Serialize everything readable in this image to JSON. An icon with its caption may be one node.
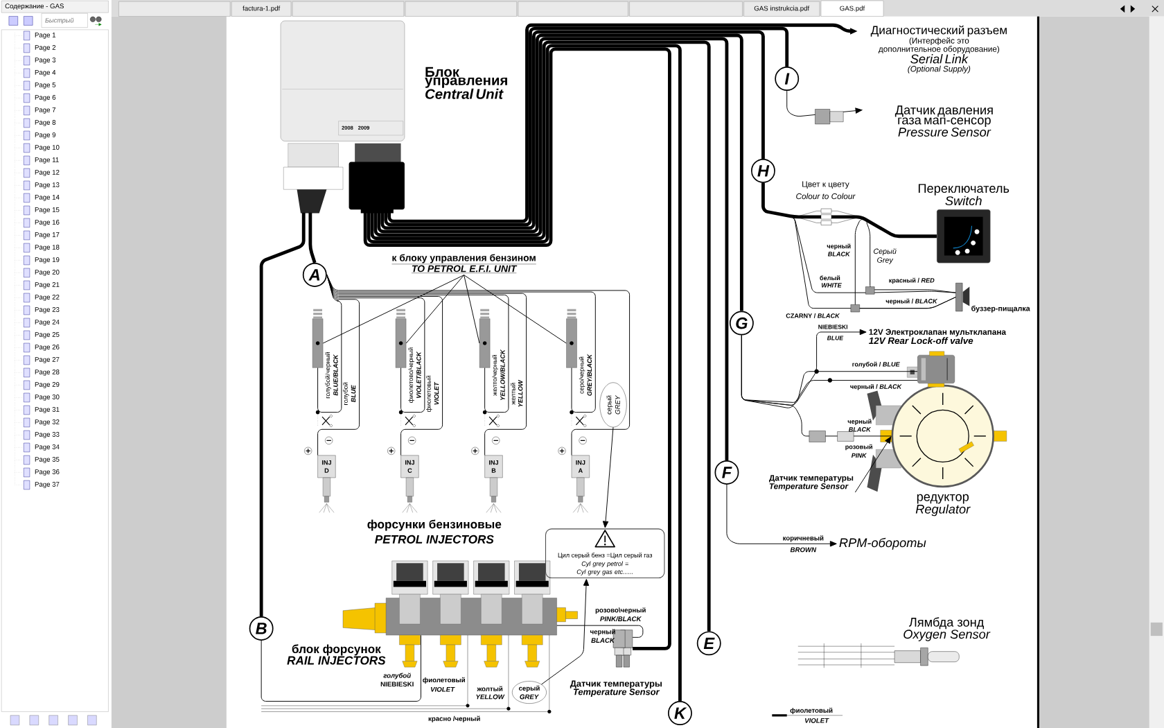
{
  "diagram": {
    "nodes": [
      {
        "text": [],
        "shape": "picture",
        "beside": [
          "Блок управления",
          "Central Unit"
        ]
      },
      {
        "text": [
          "Диагностический разъем",
          "(Интерфейс это дополнительное оборудование)",
          "Serial Link",
          "(Optional Supply)"
        ]
      },
      {
        "text": [
          "Датчик давления газа мап-сенсор",
          "Pressure Sensor"
        ]
      },
      {
        "text": [
          "Переключатель",
          "Switch"
        ]
      },
      {
        "text": [],
        "shape": "picture",
        "beside": [
          "буззер-пищалка"
        ]
      },
      {
        "text": [
          "12V Электроклапан мультклапана",
          "12V Rear Lock-off valve"
        ]
      },
      {
        "text": [
          "редуктор",
          "Regulator"
        ]
      },
      {
        "text": [
          "Датчик температуры",
          "Temperature Sensor"
        ]
      },
      {
        "text": [
          "RPM-обороты"
        ]
      },
      {
        "text": [
          "Лямбда зонд",
          "Oxygen Sensor"
        ]
      },
      {
        "text": [
          "к блоку управления бензином",
          "TO PETROL E.F.I. UNIT"
        ]
      },
      {
        "text": [],
        "shape": "picture"
      },
      {
        "text": [],
        "shape": "picture"
      },
      {
        "text": [],
        "shape": "picture"
      },
      {
        "text": [],
        "shape": "picture"
      },
      {
        "text": [
          "INJ D"
        ]
      },
      {
        "text": [
          "INJ C"
        ]
      },
      {
        "text": [
          "INJ B"
        ]
      },
      {
        "text": [
          "INJ A"
        ]
      },
      {
        "text": [],
        "shape": "picture",
        "beside": [
          "блок форсунок",
          "RAIL INJECTORS"
        ]
      },
      {
        "text": [
          "Цил серый бенз =Цил серый газ",
          "Cyl grey petrol = Cyl grey gas etc......"
        ]
      },
      {
        "text": [
          "серый *GREY*"
        ]
      },
      {
        "text": [
          "серый *GREY*"
        ]
      },
      {
        "text": [],
        "shape": "picture",
        "beside": [
          "Датчик температуры",
          "Temperature Sensor"
        ]
      },
      {
        "text": [
          "I"
        ]
      },
      {
        "text": [
          "H"
        ]
      },
      {
        "text": [
          "A"
        ]
      },
      {
        "text": [
          "G"
        ]
      },
      {
        "text": [
          "F"
        ]
      },
      {
        "text": [
          "B"
        ]
      },
      {
        "text": [
          "E"
        ]
      },
      {
        "text": [
          "K"
        ]
      },
      {
        "text": [],
        "shape": "picture"
      }
    ],
    "edges": [
      {
        "from": 0,
        "to": 23,
        "arrow": "none",
        "style": "thick"
      },
      {
        "from": 0,
        "to": 31,
        "arrow": "none",
        "style": "thick"
      },
      {
        "from": 0,
        "to": 30,
        "arrow": "none",
        "style": "thick"
      },
      {
        "from": 0,
        "to": 28,
        "arrow": "none",
        "style": "thick"
      },
      {
        "from": 0,
        "to": 27,
        "arrow": "none",
        "style": "thick"
      },
      {
        "from": 0,
        "to": 25,
        "arrow": "none",
        "style": "thick"
      },
      {
        "from": 0,
        "to": 24,
        "arrow": "none",
        "style": "thick"
      },
      {
        "from": 0,
        "to": 1,
        "arrow": "to",
        "style": "thick"
      },
      {
        "from": 0,
        "to": 26,
        "arrow": "none",
        "style": "thick"
      },
      {
        "from": 0,
        "to": 29,
        "arrow": "none",
        "style": "thick"
      },
      {
        "from": 24,
        "to": 2,
        "arrow": "to"
      },
      {
        "from": 25,
        "to": 3,
        "arrow": "none",
        "style": "thick"
      },
      {
        "from": 25,
        "to": 4,
        "arrow": "none"
      },
      {
        "from": 27,
        "to": 5,
        "arrow": "to"
      },
      {
        "from": 27,
        "to": 6,
        "arrow": "none"
      },
      {
        "from": 28,
        "to": 8,
        "arrow": "to"
      },
      {
        "from": 26,
        "to": 11,
        "arrow": "none"
      },
      {
        "from": 26,
        "to": 12,
        "arrow": "none"
      },
      {
        "from": 26,
        "to": 13,
        "arrow": "none"
      },
      {
        "from": 26,
        "to": 14,
        "arrow": "none"
      },
      {
        "from": 26,
        "to": 15,
        "arrow": "none"
      },
      {
        "from": 26,
        "to": 16,
        "arrow": "none"
      },
      {
        "from": 26,
        "to": 17,
        "arrow": "none"
      },
      {
        "from": 26,
        "to": 18,
        "arrow": "none"
      },
      {
        "from": 10,
        "to": 11,
        "arrow": "none"
      },
      {
        "from": 10,
        "to": 12,
        "arrow": "none"
      },
      {
        "from": 10,
        "to": 13,
        "arrow": "none"
      },
      {
        "from": 10,
        "to": 14,
        "arrow": "none"
      },
      {
        "from": 29,
        "to": 19,
        "arrow": "none"
      },
      {
        "from": 7,
        "to": 6,
        "arrow": "to"
      },
      {
        "from": 21,
        "to": 20,
        "arrow": "to"
      },
      {
        "from": 22,
        "to": 20,
        "arrow": "to"
      },
      {
        "from": 3,
        "to": 4,
        "arrow": "none"
      },
      {
        "from": 3,
        "to": 4,
        "arrow": "none"
      },
      {
        "from": 25,
        "to": 4,
        "arrow": "none"
      },
      {
        "from": 27,
        "to": 32,
        "arrow": "none"
      },
      {
        "from": 27,
        "to": 32,
        "arrow": "none"
      },
      {
        "from": 19,
        "to": 23,
        "arrow": "none"
      }
    ],
    "labels": [
      "Содержание - GAS",
      "Быстрый",
      "factura-1.pdf",
      "GAS instrukcia.pdf",
      "GAS.pdf",
      "Page 1",
      "Page 2",
      "Page 3",
      "Page 4",
      "Page 5",
      "Page 6",
      "Page 7",
      "Page 8",
      "Page 9",
      "Page 10",
      "Page 11",
      "Page 12",
      "Page 13",
      "Page 14",
      "Page 15",
      "Page 16",
      "Page 17",
      "Page 18",
      "Page 19",
      "Page 20",
      "Page 21",
      "Page 22",
      "Page 23",
      "Page 24",
      "Page 25",
      "Page 26",
      "Page 27",
      "Page 28",
      "Page 29",
      "Page 30",
      "Page 31",
      "Page 32",
      "Page 33",
      "Page 34",
      "Page 35",
      "Page 36",
      "Page 37",
      "2008",
      "2009",
      "голубой/черный",
      "BLUE/BLACK",
      "голубой",
      "BLUE",
      "фиолетово/черный",
      "VIOLET/BLACK",
      "фиолетовый",
      "VIOLET",
      "желто/черный",
      "YELLOW/BLACK",
      "желтый",
      "YELLOW",
      "серо/черный",
      "GREY/BLACK",
      "форсунки бензиновые",
      "PETROL INJECTORS",
      "голубой",
      "NIEBIESKI",
      "фиолетовый",
      "VIOLET",
      "жолтый",
      "YELLOW",
      "красно /черный",
      "розово\\черный",
      "PINK/BLACK",
      "черный",
      "BLACK",
      "Цвет к цвету",
      "Colour to Colour",
      "черный",
      "BLACK",
      "Серый",
      "Grey",
      "белый",
      "WHITE",
      "красный / *RED*",
      "черный / *BLACK*",
      "CZARNY / *BLACK*",
      "NIEBIESKI",
      "BLUE",
      "голубой / *BLUE*",
      "черный / *BLACK*",
      "черный",
      "BLACK",
      "розовый",
      "PINK",
      "коричневый",
      "BROWN",
      "фиолетовый",
      "VIOLET"
    ]
  }
}
